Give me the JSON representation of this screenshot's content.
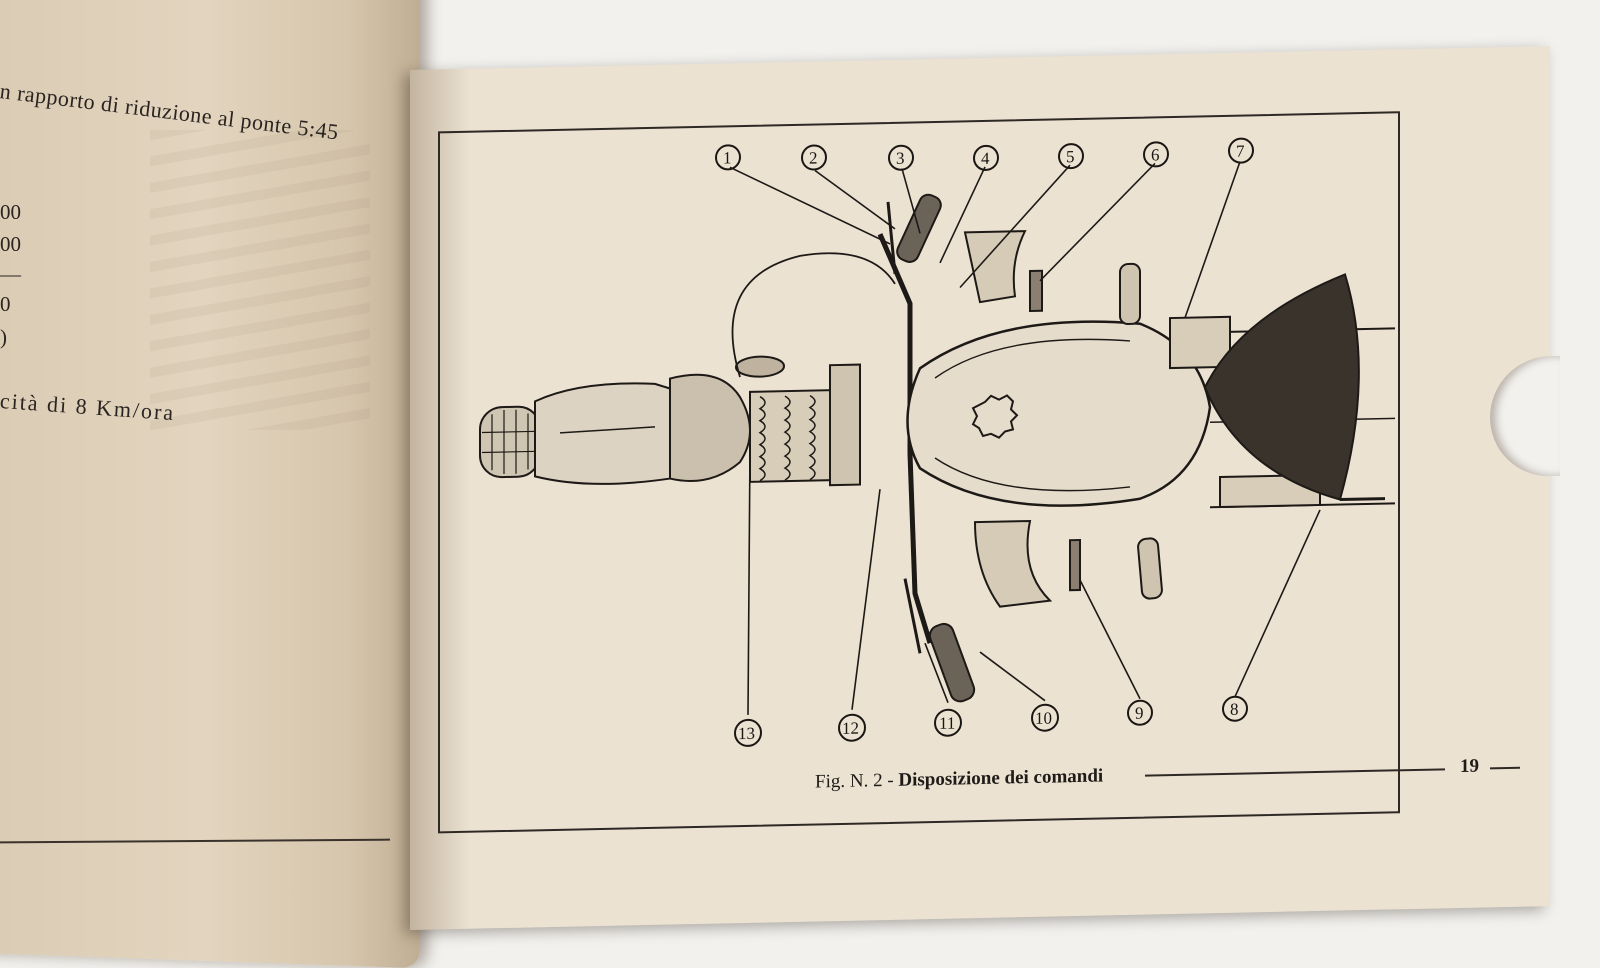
{
  "left_page": {
    "line1": "n rapporto di riduzione al ponte 5:45",
    "numbers": [
      "00",
      "00",
      "0",
      ")"
    ],
    "speed": "cità di 8 Km/ora"
  },
  "figure": {
    "callouts": [
      "1",
      "2",
      "3",
      "4",
      "5",
      "6",
      "7",
      "8",
      "9",
      "10",
      "11",
      "12",
      "13"
    ],
    "caption_prefix": "Fig. N. 2 - ",
    "caption_title": "Disposizione dei comandi"
  },
  "page_number": "19"
}
